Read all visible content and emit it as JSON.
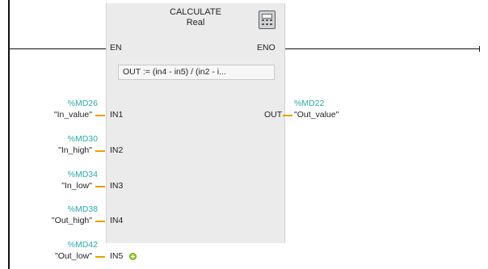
{
  "block": {
    "title_line1": "CALCULATE",
    "title_line2": "Real",
    "en_label": "EN",
    "eno_label": "ENO",
    "formula": "OUT :=  (in4 - in5) / (in2 - i..."
  },
  "inputs": [
    {
      "pin": "IN1",
      "address": "%MD26",
      "variable": "\"In_value\""
    },
    {
      "pin": "IN2",
      "address": "%MD30",
      "variable": "\"In_high\""
    },
    {
      "pin": "IN3",
      "address": "%MD34",
      "variable": "\"In_low\""
    },
    {
      "pin": "IN4",
      "address": "%MD38",
      "variable": "\"Out_high\""
    },
    {
      "pin": "IN5",
      "address": "%MD42",
      "variable": "\"Out_low\""
    }
  ],
  "output": {
    "pin": "OUT",
    "address": "%MD22",
    "variable": "\"Out_value\""
  },
  "icons": {
    "block_icon": "calculator-icon",
    "add_input_icon": "add-input-icon"
  },
  "colors": {
    "address": "#2fa7a7",
    "connector": "#e8a000",
    "block_bg": "#ebebeb",
    "wire": "#111111"
  }
}
